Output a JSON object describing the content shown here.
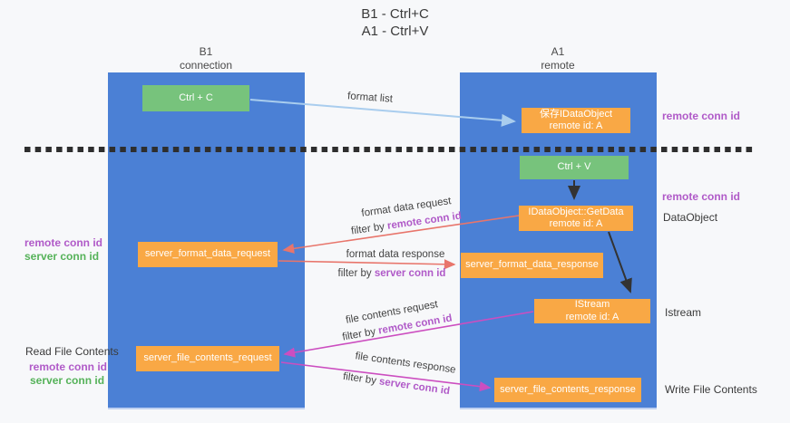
{
  "title": {
    "line1": "B1 - Ctrl+C",
    "line2": "A1 - Ctrl+V"
  },
  "columns": {
    "left": {
      "name": "B1",
      "role": "connection"
    },
    "right": {
      "name": "A1",
      "role": "remote"
    }
  },
  "boxes": {
    "ctrl_c": {
      "label": "Ctrl + C"
    },
    "ctrl_v": {
      "label": "Ctrl + V"
    },
    "save_dataobject": {
      "line1": "保存IDataObject",
      "line2": "remote id: A"
    },
    "getdata": {
      "line1": "IDataObject::GetData",
      "line2": "remote id: A"
    },
    "istream": {
      "line1": "IStream",
      "line2": "remote id: A"
    },
    "server_format_data_request": {
      "label": "server_format_data_request"
    },
    "server_format_data_response": {
      "label": "server_format_data_response"
    },
    "server_file_contents_request": {
      "label": "server_file_contents_request"
    },
    "server_file_contents_response": {
      "label": "server_file_contents_response"
    }
  },
  "flow_labels": {
    "format_list": "format list",
    "format_request": {
      "title": "format data request",
      "filter_prefix": "filter by ",
      "filter_key": "remote conn id"
    },
    "format_response": {
      "title": "format data response",
      "filter_prefix": "filter by ",
      "filter_key": "server conn id"
    },
    "file_request": {
      "title": "file contents request",
      "filter_prefix": "filter by ",
      "filter_key": "remote conn id"
    },
    "file_response": {
      "title": "file contents response",
      "filter_prefix": "filter by ",
      "filter_key": "server conn id"
    }
  },
  "side_labels": {
    "right_top_conn": "remote conn id",
    "right_mid_conn": "remote conn id",
    "right_dataobject": "DataObject",
    "right_istream": "Istream",
    "right_write": "Write File Contents",
    "left_remote_1": "remote conn id",
    "left_server_1": "server conn id",
    "left_read": "Read File Contents",
    "left_remote_2": "remote conn id",
    "left_server_2": "server conn id"
  },
  "colors": {
    "column_blue": "#4b80d5",
    "box_green": "#77c37c",
    "box_orange": "#f9a845",
    "arrow_light_blue": "#a9cdee",
    "arrow_red": "#e8756b",
    "arrow_magenta": "#cc4ec0",
    "arrow_black": "#333333",
    "separator_black": "#2e2e2e",
    "text_purple": "#b05ac8",
    "text_green": "#55b259"
  }
}
